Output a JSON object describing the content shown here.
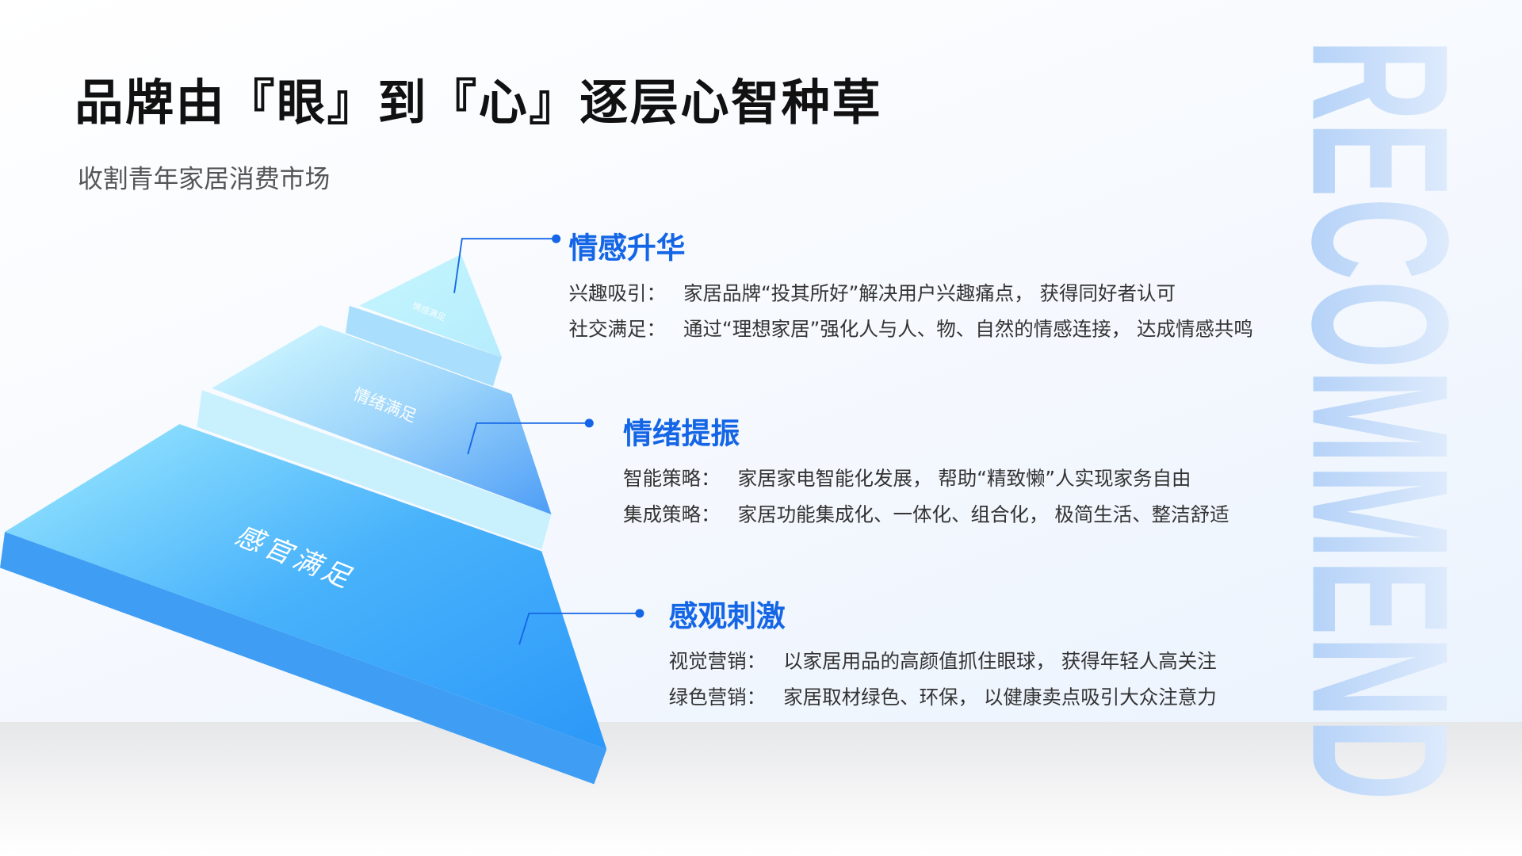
{
  "title": "品牌由『眼』到『心』逐层心智种草",
  "subtitle": "收割青年家居消费市场",
  "watermark": "RECOMMEND",
  "accent_color": "#1466e6",
  "pyramid": {
    "top": "情感满足",
    "middle": "情绪满足",
    "bottom": "感官满足"
  },
  "sections": [
    {
      "heading": "情感升华",
      "lines": [
        {
          "key": "兴趣吸引：",
          "text": "家居品牌“投其所好”解决用户兴趣痛点， 获得同好者认可"
        },
        {
          "key": "社交满足：",
          "text": "通过“理想家居”强化人与人、物、自然的情感连接， 达成情感共鸣"
        }
      ]
    },
    {
      "heading": "情绪提振",
      "lines": [
        {
          "key": "智能策略：",
          "text": "家居家电智能化发展， 帮助“精致懒”人实现家务自由"
        },
        {
          "key": "集成策略：",
          "text": "家居功能集成化、一体化、组合化， 极简生活、整洁舒适"
        }
      ]
    },
    {
      "heading": "感观刺激",
      "lines": [
        {
          "key": "视觉营销：",
          "text": "以家居用品的高颜值抓住眼球， 获得年轻人高关注"
        },
        {
          "key": "绿色营销：",
          "text": "家居取材绿色、环保， 以健康卖点吸引大众注意力"
        }
      ]
    }
  ]
}
